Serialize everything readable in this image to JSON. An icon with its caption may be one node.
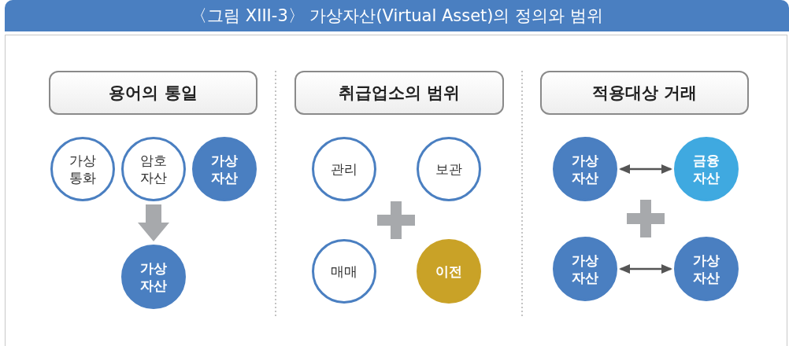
{
  "diagram": {
    "title": "〈그림 XIII-3〉 가상자산(Virtual Asset)의 정의와 범위",
    "nodes": [
      {
        "text": [
          "용어의 통일"
        ]
      },
      {
        "text": [
          "가상 통화"
        ]
      },
      {
        "text": [
          "암호 자산"
        ]
      },
      {
        "text": [
          "가상 자산"
        ]
      },
      {
        "text": [
          "가상 자산"
        ]
      },
      {
        "text": [
          "취급업소의 범위"
        ]
      },
      {
        "text": [
          "관리"
        ]
      },
      {
        "text": [
          "보관"
        ]
      },
      {
        "text": [
          "매매"
        ]
      },
      {
        "text": [
          "이전"
        ]
      },
      {
        "text": [
          "적용대상 거래"
        ]
      },
      {
        "text": [
          "가상 자산"
        ]
      },
      {
        "text": [
          "금융 자산"
        ]
      },
      {
        "text": [
          "가상 자산"
        ]
      },
      {
        "text": [
          "가상 자산"
        ]
      }
    ],
    "edges": [
      {
        "from": 2,
        "to": 4,
        "arrow": "to",
        "style": "thick",
        "color": "#a7a9ac"
      },
      {
        "from": 11,
        "to": 12,
        "arrow": "both"
      },
      {
        "from": 13,
        "to": 14,
        "arrow": "both"
      }
    ]
  }
}
